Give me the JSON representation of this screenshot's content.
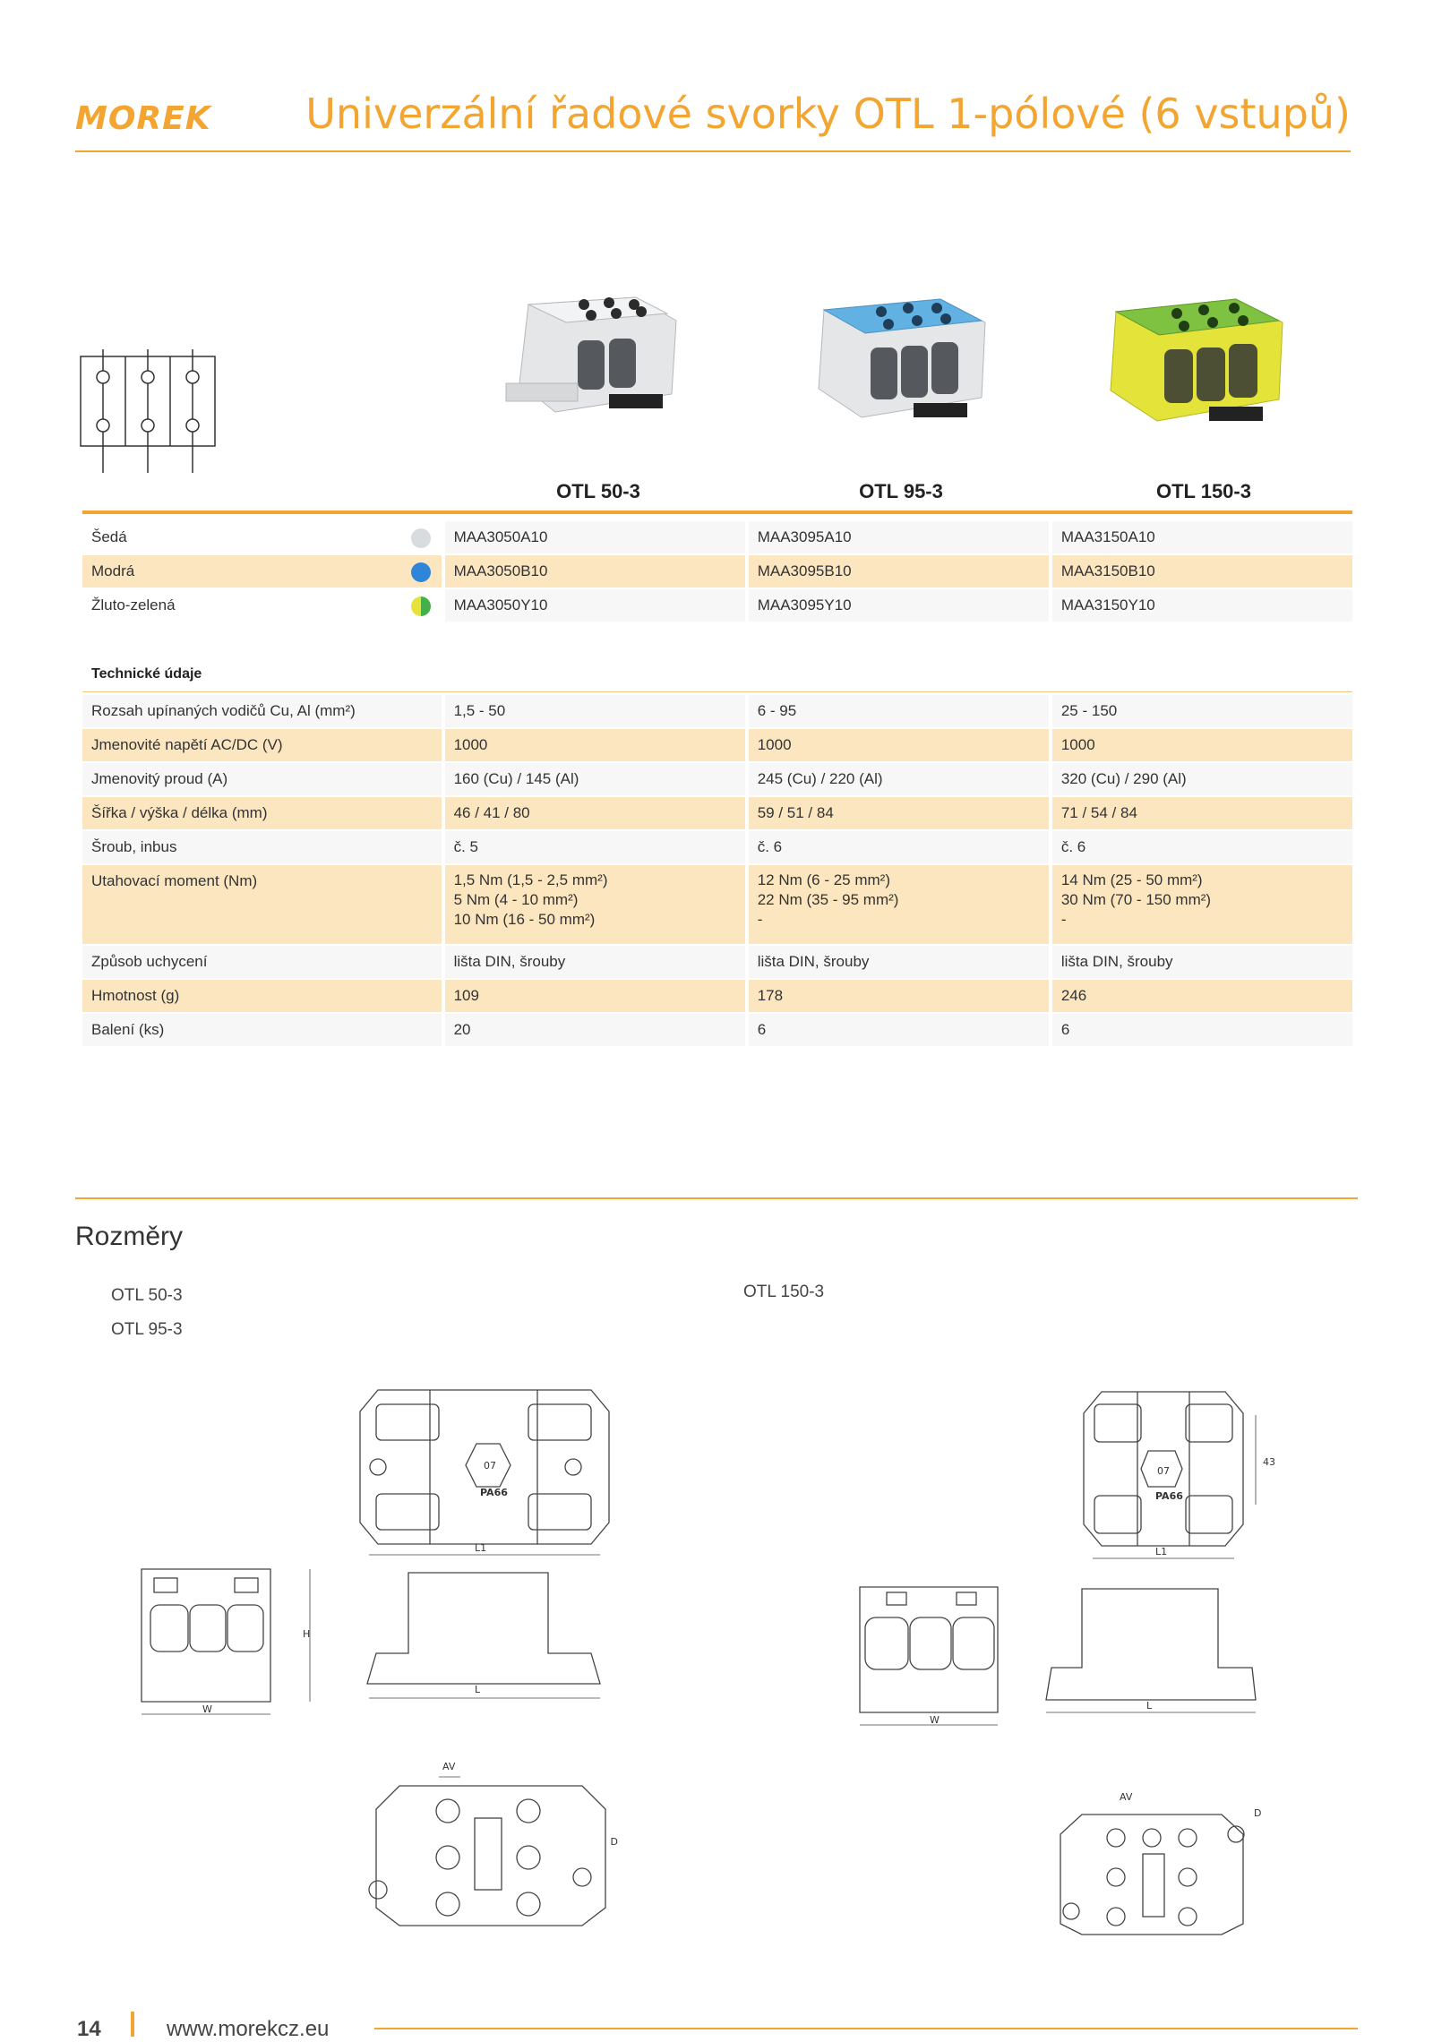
{
  "header": {
    "logo": "MOREK",
    "title": "Univerzální řadové svorky OTL 1-pólové (6 vstupů)"
  },
  "models": [
    "OTL 50-3",
    "OTL 95-3",
    "OTL 150-3"
  ],
  "colors": {
    "accent": "#f2a531",
    "grey": "#d9dcde",
    "blue": "#2f86d8",
    "yellow": "#e6e23a",
    "green": "#45b04a"
  },
  "variants": [
    {
      "label": "Šedá",
      "codes": [
        "MAA3050A10",
        "MAA3095A10",
        "MAA3150A10"
      ]
    },
    {
      "label": "Modrá",
      "codes": [
        "MAA3050B10",
        "MAA3095B10",
        "MAA3150B10"
      ]
    },
    {
      "label": "Žluto-zelená",
      "codes": [
        "MAA3050Y10",
        "MAA3095Y10",
        "MAA3150Y10"
      ]
    }
  ],
  "specs_heading": "Technické údaje",
  "specs": [
    {
      "label": "Rozsah upínaných vodičů Cu, Al (mm²)",
      "values": [
        "1,5 - 50",
        "6 - 95",
        "25 - 150"
      ]
    },
    {
      "label": "Jmenovité napětí AC/DC (V)",
      "values": [
        "1000",
        "1000",
        "1000"
      ]
    },
    {
      "label": "Jmenovitý proud (A)",
      "values": [
        "160 (Cu) / 145 (Al)",
        "245 (Cu) / 220 (Al)",
        "320 (Cu) / 290 (Al)"
      ]
    },
    {
      "label": "Šířka / výška / délka (mm)",
      "values": [
        "46 / 41 / 80",
        "59 / 51 / 84",
        "71 / 54 / 84"
      ]
    },
    {
      "label": "Šroub, inbus",
      "values": [
        "č. 5",
        "č. 6",
        "č. 6"
      ]
    },
    {
      "label": "Utahovací moment (Nm)",
      "values": [
        [
          "1,5 Nm (1,5 - 2,5 mm²)",
          "5 Nm (4 - 10 mm²)",
          "10 Nm (16 - 50 mm²)"
        ],
        [
          "12 Nm (6 - 25 mm²)",
          "22 Nm (35 - 95 mm²)",
          "-"
        ],
        [
          "14 Nm (25 - 50 mm²)",
          "30 Nm (70 - 150 mm²)",
          "-"
        ]
      ]
    },
    {
      "label": "Způsob uchycení",
      "values": [
        "lišta DIN, šrouby",
        "lišta DIN, šrouby",
        "lišta DIN, šrouby"
      ]
    },
    {
      "label": "Hmotnost (g)",
      "values": [
        "109",
        "178",
        "246"
      ]
    },
    {
      "label": "Balení (ks)",
      "values": [
        "20",
        "6",
        "6"
      ]
    }
  ],
  "dimensions": {
    "title": "Rozměry",
    "left_labels": [
      "OTL 50-3",
      "OTL 95-3"
    ],
    "right_label": "OTL 150-3",
    "dim_marks": {
      "L1": "L1",
      "L": "L",
      "W": "W",
      "H": "H",
      "AV": "AV",
      "D": "D",
      "h43": "43",
      "pa": "PA66",
      "recycle": "07"
    }
  },
  "footer": {
    "page": "14",
    "url": "www.morekcz.eu"
  }
}
